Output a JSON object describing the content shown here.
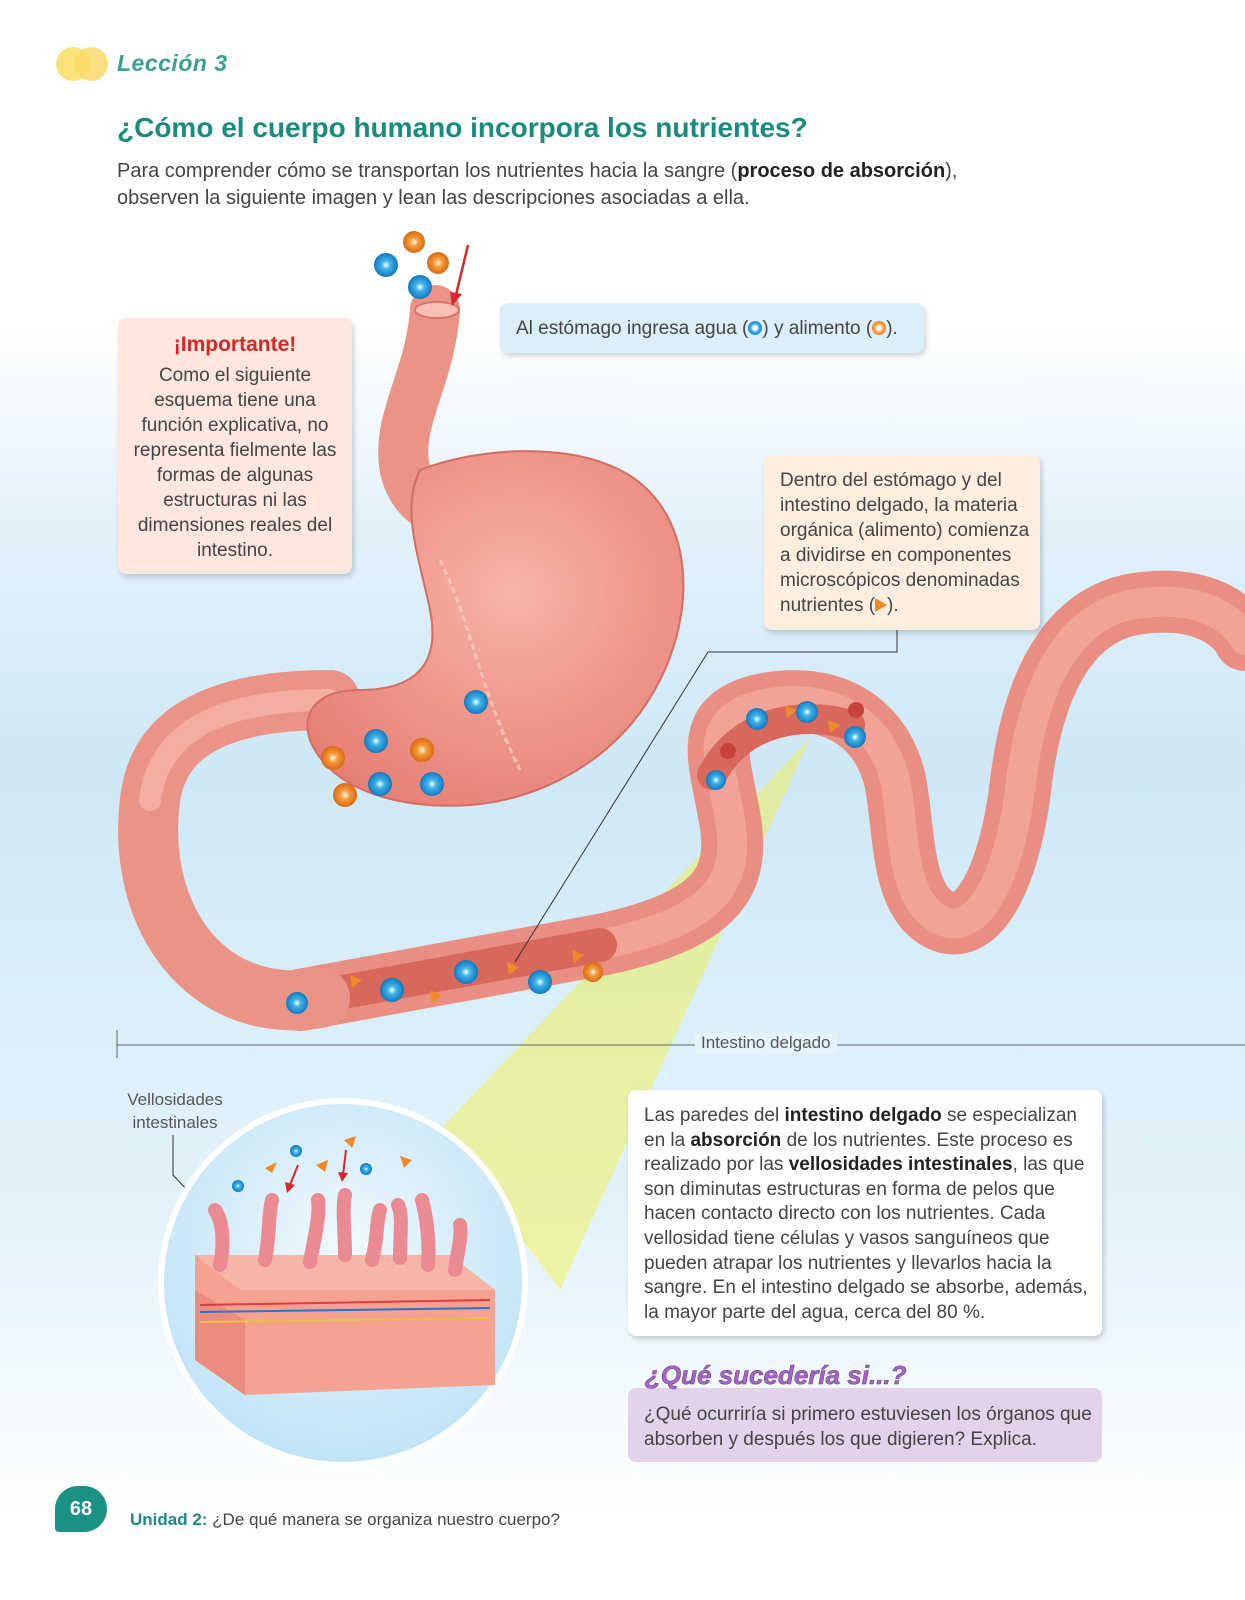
{
  "header": {
    "lesson_label": "Lección 3",
    "title": "¿Cómo el cuerpo humano incorpora los nutrientes?",
    "intro_before": "Para comprender cómo se transportan los nutrientes hacia la sangre (",
    "intro_bold": "proceso de absorción",
    "intro_after": "), observen la siguiente imagen y lean las descripciones asociadas a ella."
  },
  "important": {
    "title": "¡Importante!",
    "text": "Como el siguiente esquema tiene una función explicativa, no representa fielmente las formas de algunas estructuras ni las dimensiones reales del intestino."
  },
  "callouts": {
    "water_before": "Al estómago ingresa agua (",
    "water_middle": ") y alimento (",
    "water_after": ").",
    "digest_before": "Dentro del estómago y del intestino delgado, la materia orgánica (alimento) comienza a dividirse en componentes microscópicos denominadas nutrientes (",
    "digest_after": ")."
  },
  "labels": {
    "villi": "Vellosidades intestinales",
    "small_intestine": "Intestino delgado"
  },
  "info": {
    "p1": "Las paredes del ",
    "b1": "intestino delgado",
    "p2": " se especializan en la ",
    "b2": "absorción",
    "p3": " de los nutrientes. Este proceso es realizado por las ",
    "b3": "vellosidades intestinales",
    "p4": ", las que son  diminutas estructuras en forma de pelos que hacen contacto directo con los nutrientes. Cada vellosidad tiene células y vasos sanguíneos que pueden atrapar los nutrientes y llevarlos hacia la sangre. En el intestino delgado se absorbe, además, la mayor parte del agua, cerca del 80 %."
  },
  "whatif": {
    "title": "¿Qué sucedería si...?",
    "question": "¿Qué ocurriría si primero estuviesen los órganos que absorben y después los que digieren? Explica."
  },
  "footer": {
    "page_number": "68",
    "unit_label": "Unidad 2:",
    "unit_title": " ¿De qué manera se organiza nuestro cuerpo?"
  },
  "colors": {
    "accent": "#1a8c7e",
    "water": "#1e9fd8",
    "food": "#f08a24",
    "organ": "#f0948a",
    "important_red": "#d62828",
    "whatif_purple": "#a566c8"
  },
  "icons": [
    "water-drop-icon",
    "food-particle-icon",
    "nutrient-triangle-icon",
    "red-arrow-icon",
    "lesson-logo-icon"
  ]
}
